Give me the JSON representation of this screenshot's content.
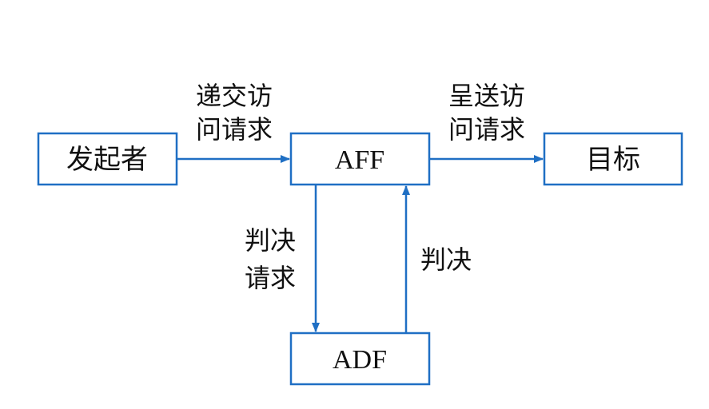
{
  "nodes": {
    "initiator": "发起者",
    "aff": "AFF",
    "target": "目标",
    "adf": "ADF"
  },
  "edges": {
    "submit_request": [
      "递交访",
      "问请求"
    ],
    "present_request": [
      "呈送访",
      "问请求"
    ],
    "decision_request": [
      "判决",
      "请求"
    ],
    "decision": "判决"
  },
  "colors": {
    "line": "#1f6fc4",
    "text": "#111111"
  }
}
